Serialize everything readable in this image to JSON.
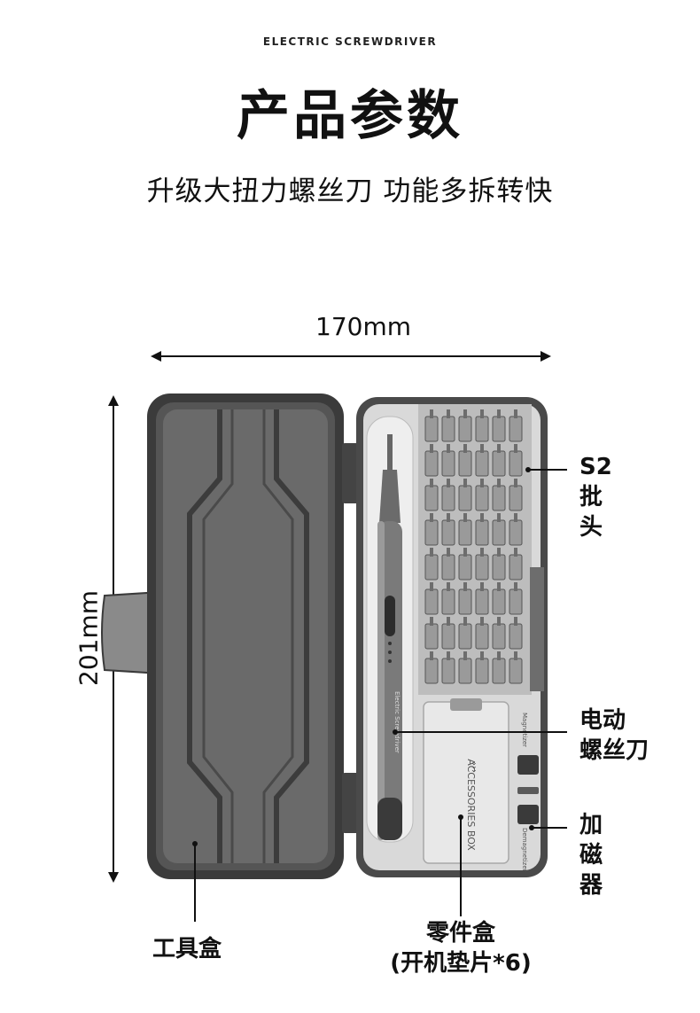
{
  "header": {
    "eyebrow": "ELECTRIC SCREWDRIVER",
    "title": "产品参数",
    "tagline": "升级大扭力螺丝刀 功能多拆转快"
  },
  "dimensions": {
    "width": "170mm",
    "height": "201mm"
  },
  "callouts": {
    "bits": [
      "S2",
      "批",
      "头"
    ],
    "screwdriver": [
      "电动",
      "螺丝刀"
    ],
    "magnetizer": [
      "加",
      "磁",
      "器"
    ],
    "toolbox": "工具盒",
    "parts_box": [
      "零件盒",
      "(开机垫片*6)"
    ]
  },
  "product_print": {
    "accessories_box": "ACCESSORIES BOX",
    "magnetizer_text": "Magnetizer",
    "demagnetizer_text": "Demagnetizer",
    "pen_text": "Electric Screwdriver"
  },
  "colors": {
    "case_dark": "#3a3a3a",
    "case_mid": "#5c5c5c",
    "tray_light": "#e4e4e4",
    "bit_silver": "#9a9a9a"
  }
}
